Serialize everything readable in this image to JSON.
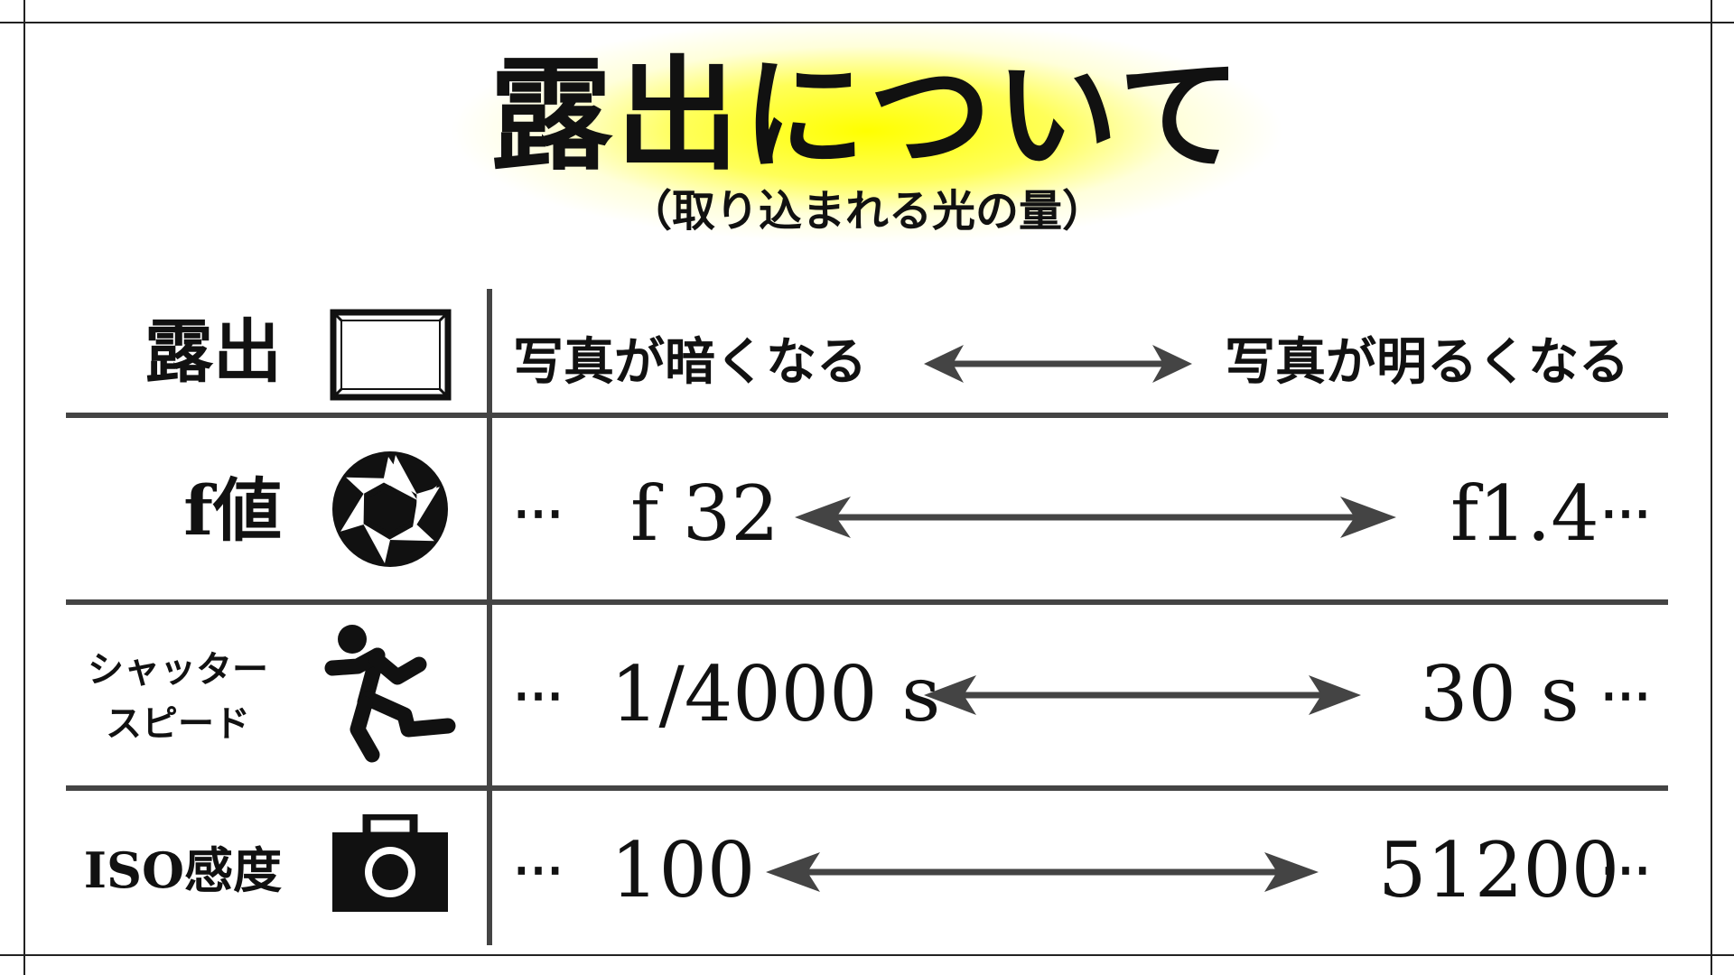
{
  "title": "露出について",
  "subtitle": "（取り込まれる光の量）",
  "ellipsis": "⋯",
  "rows": [
    {
      "label": "露出",
      "icon": "frame-icon",
      "left": "写真が暗くなる",
      "right": "写真が明るくなる"
    },
    {
      "label": "f値",
      "icon": "aperture-icon",
      "left": "f 32",
      "right": "f1.4"
    },
    {
      "label_lines": [
        "シャッター",
        "スピード"
      ],
      "icon": "running-person-icon",
      "left": "1/4000 s",
      "right": "30 s"
    },
    {
      "label": "ISO感度",
      "icon": "camera-icon",
      "left": "100",
      "right": "51200"
    }
  ],
  "colors": {
    "glow": "#ffff00",
    "rule": "#444444",
    "arrow": "#444444",
    "text": "#111111"
  }
}
